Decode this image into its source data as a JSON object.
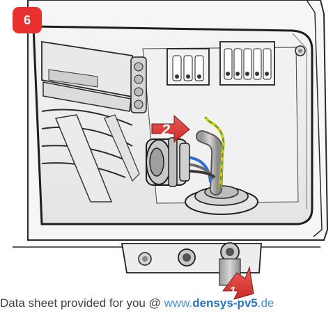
{
  "step": {
    "number": "6"
  },
  "callouts": {
    "arrow_1": "1",
    "arrow_2": "2"
  },
  "footer": {
    "text": "Data sheet provided for you @ ",
    "url_prefix": "www.",
    "url_brand": "densys-pv5",
    "url_suffix": ".de"
  },
  "colors": {
    "badge": "#e8302f",
    "arrow_red": "#e23a36",
    "link_blue": "#2a73c2",
    "wire_yellow": "#d8c619",
    "wire_green": "#3e9c48",
    "wire_blue": "#2f6fd0"
  }
}
